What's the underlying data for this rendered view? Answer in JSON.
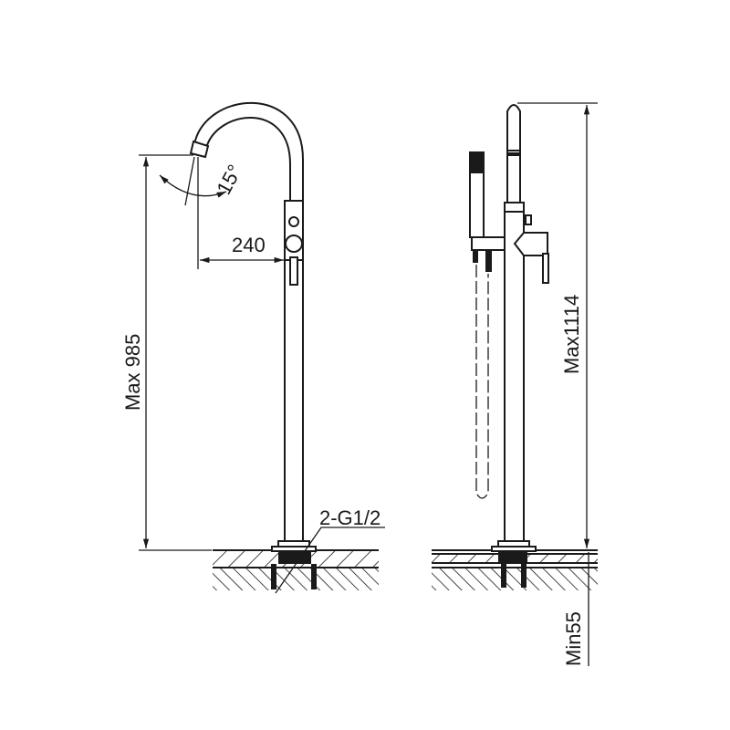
{
  "labels": {
    "spout_angle": "15°",
    "spout_reach": "240",
    "left_height": "Max 985",
    "inlet_thread": "2-G1/2",
    "right_height": "Max1114",
    "min_depth": "Min55"
  },
  "colors": {
    "line": "#1a1a1a",
    "background": "#ffffff"
  }
}
